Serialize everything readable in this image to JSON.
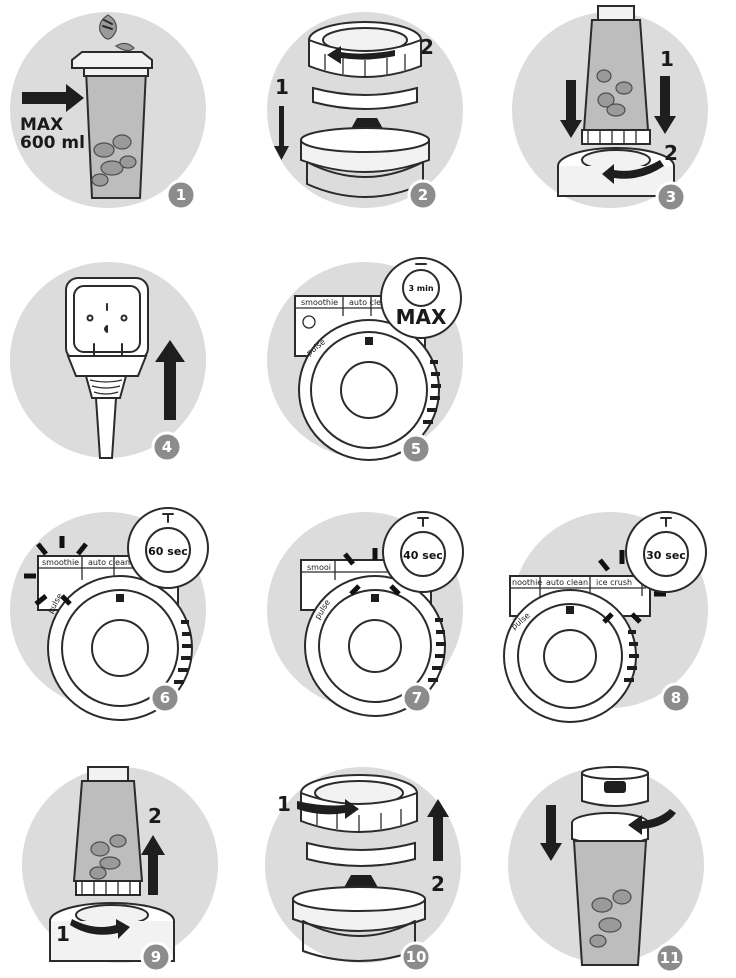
{
  "steps": [
    {
      "number": "1",
      "max_label": "MAX",
      "volume_label": "600 ml"
    },
    {
      "number": "2",
      "arrow_1": "1",
      "arrow_2": "2"
    },
    {
      "number": "3",
      "arrow_1": "1",
      "arrow_2": "2"
    },
    {
      "number": "4"
    },
    {
      "number": "5",
      "timer": "3 min",
      "max_label": "MAX",
      "panel": {
        "mode_1": "smoothie",
        "mode_2": "auto clean",
        "pulse": "pulse"
      }
    },
    {
      "number": "6",
      "timer": "60 sec",
      "panel": {
        "mode_1": "smoothie",
        "mode_2": "auto clean",
        "pulse": "pulse"
      }
    },
    {
      "number": "7",
      "timer": "40 sec",
      "panel": {
        "mode_1": "smooi",
        "pulse": "pulse"
      }
    },
    {
      "number": "8",
      "timer": "30 sec",
      "panel": {
        "mode_1": "noothie",
        "mode_2": "auto clean",
        "mode_3": "ice crush",
        "pulse": "pulse"
      }
    },
    {
      "number": "9",
      "arrow_1": "1",
      "arrow_2": "2"
    },
    {
      "number": "10",
      "arrow_1": "1",
      "arrow_2": "2"
    },
    {
      "number": "11"
    }
  ]
}
